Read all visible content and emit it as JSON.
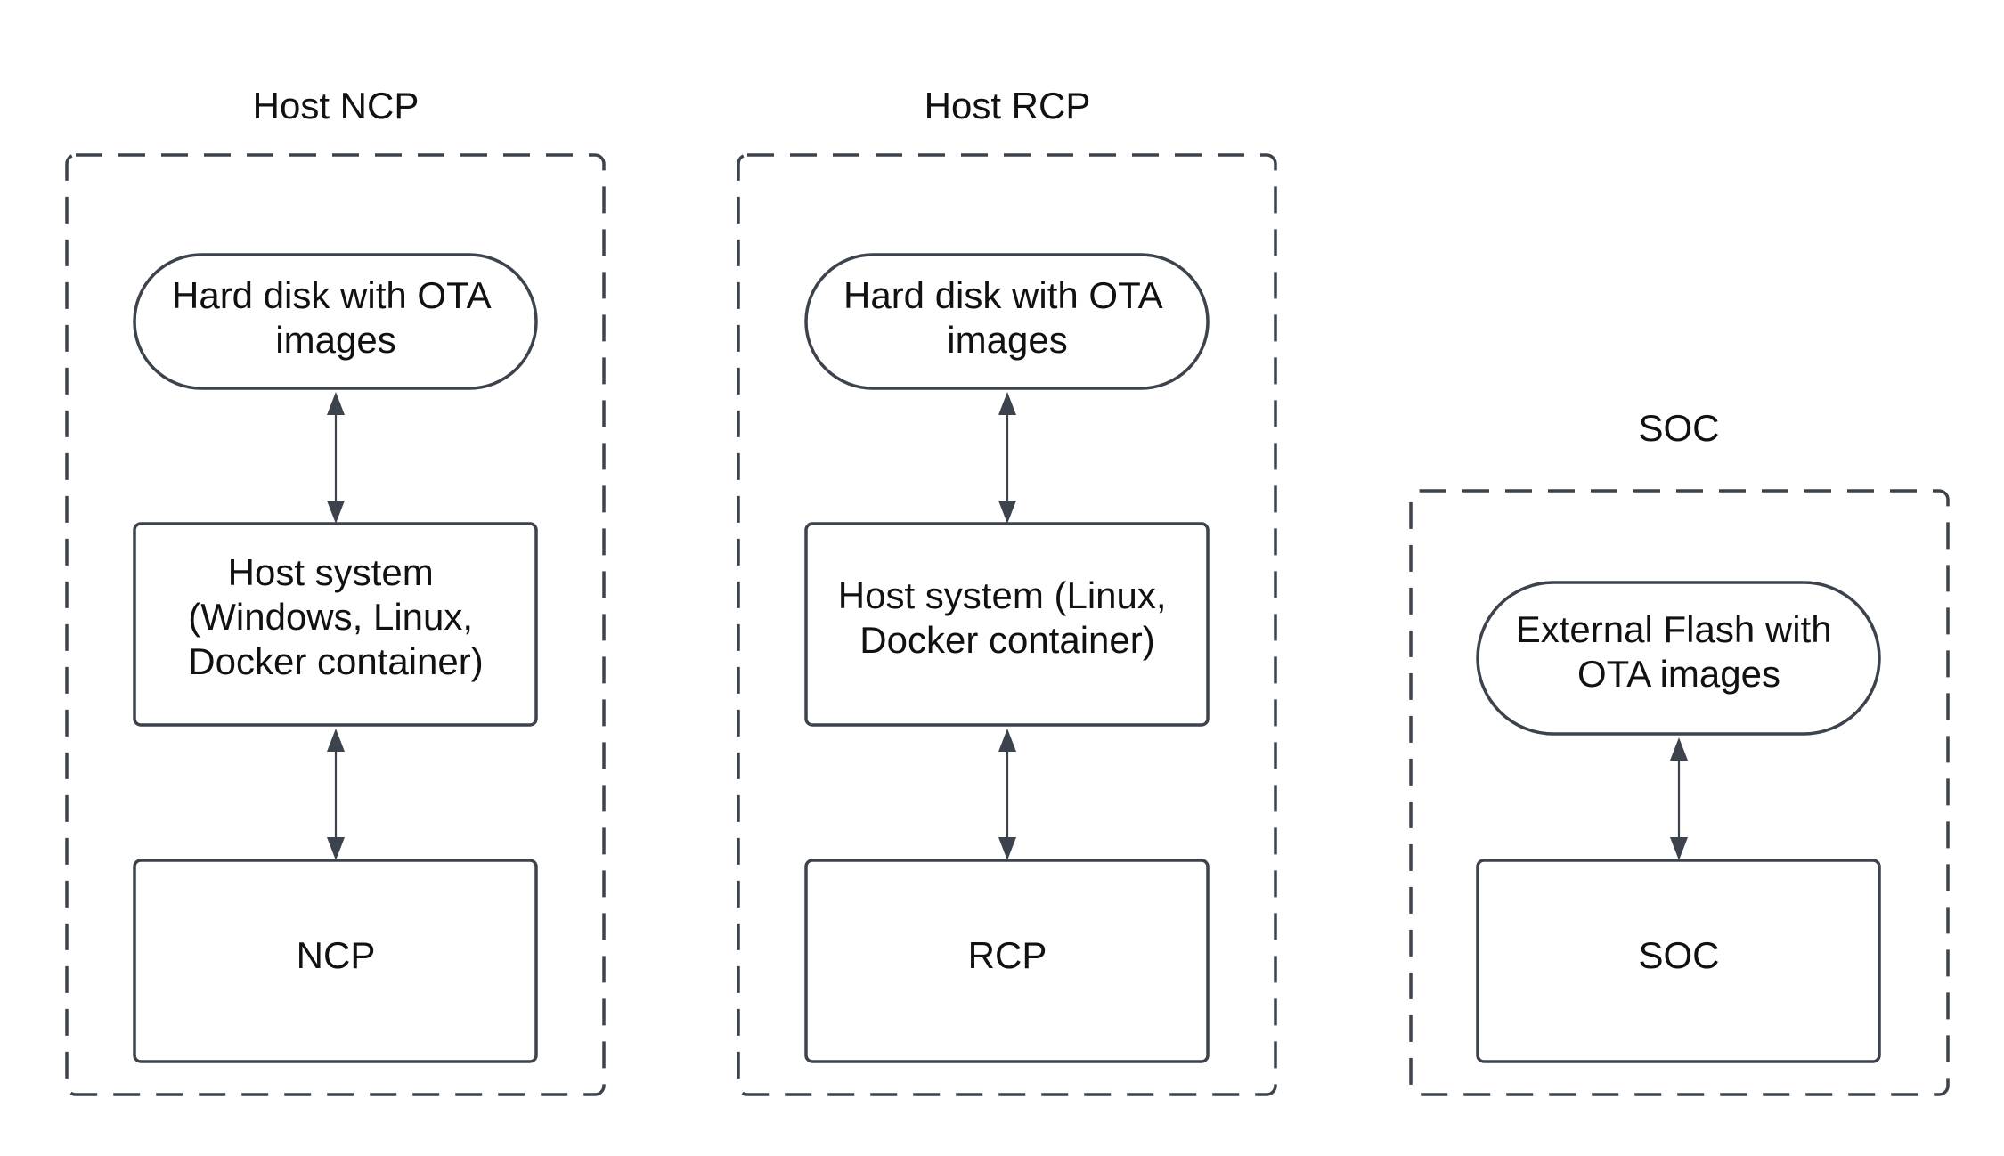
{
  "groups": [
    {
      "title": "Host NCP",
      "storage": [
        "Hard disk with OTA",
        "images"
      ],
      "host": [
        "Host system",
        "(Windows, Linux,",
        "Docker container)"
      ],
      "device": "NCP"
    },
    {
      "title": "Host RCP",
      "storage": [
        "Hard disk with OTA",
        "images"
      ],
      "host": [
        "Host system (Linux,",
        "Docker container)"
      ],
      "device": "RCP"
    },
    {
      "title": "SOC",
      "storage": [
        "External Flash with",
        "OTA images"
      ],
      "device": "SOC"
    }
  ],
  "colors": {
    "stroke": "#3d434d",
    "text": "#111111",
    "background": "#ffffff"
  }
}
